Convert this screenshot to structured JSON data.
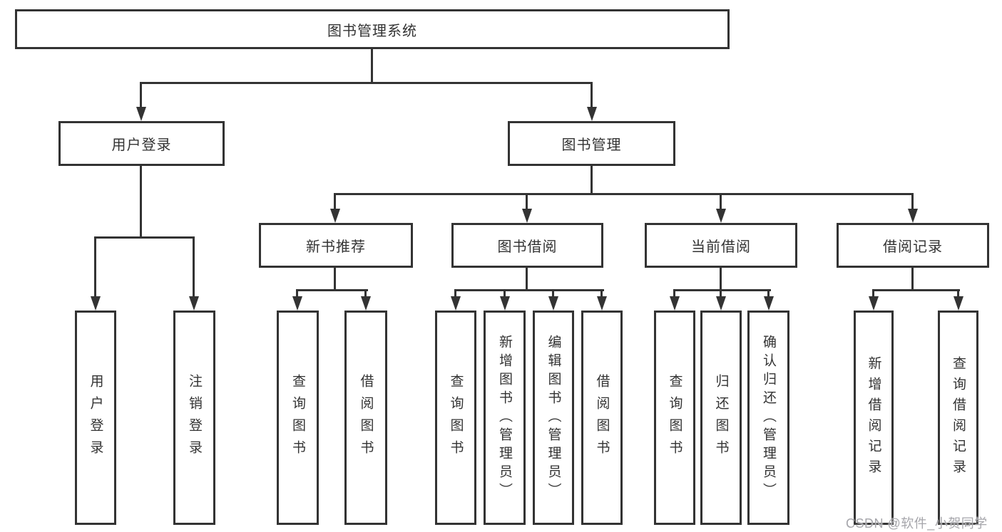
{
  "diagram": {
    "root": {
      "label": "图书管理系统"
    },
    "level2": {
      "user_login": {
        "label": "用户登录"
      },
      "book_mgmt": {
        "label": "图书管理"
      }
    },
    "level3": {
      "new_book": {
        "label": "新书推荐"
      },
      "book_borrow": {
        "label": "图书借阅"
      },
      "current_borrow": {
        "label": "当前借阅"
      },
      "borrow_record": {
        "label": "借阅记录"
      }
    },
    "leaves": {
      "user_login": {
        "label": "用户登录"
      },
      "logout": {
        "label": "注销登录"
      },
      "nb_query": {
        "label": "查询图书"
      },
      "nb_borrow": {
        "label": "借阅图书"
      },
      "bb_query": {
        "label": "查询图书"
      },
      "bb_add": {
        "label": "新增图书（管理员）"
      },
      "bb_edit": {
        "label": "编辑图书（管理员）"
      },
      "bb_borrow": {
        "label": "借阅图书"
      },
      "cb_query": {
        "label": "查询图书"
      },
      "cb_return": {
        "label": "归还图书"
      },
      "cb_confirm": {
        "label": "确认归还（管理员）"
      },
      "br_add": {
        "label": "新增借阅记录"
      },
      "br_query": {
        "label": "查询借阅记录"
      }
    },
    "watermark": "CSDN @软件_小贺同学",
    "colors": {
      "line": "#333333",
      "text": "#333333",
      "background": "#ffffff",
      "watermark": "#a6a6ab"
    }
  }
}
